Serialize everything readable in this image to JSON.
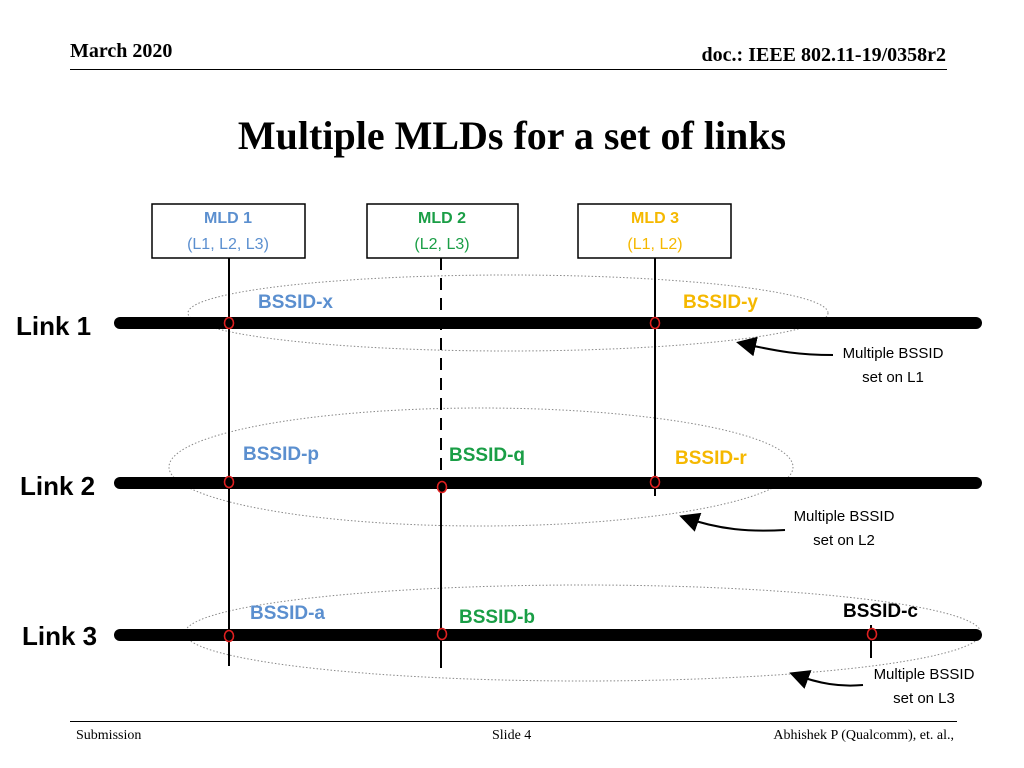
{
  "header": {
    "date": "March 2020",
    "doc": "doc.: IEEE 802.11-19/0358r2"
  },
  "title": "Multiple MLDs for a set of links",
  "footer": {
    "left": "Submission",
    "center": "Slide 4",
    "right": "Abhishek P (Qualcomm), et. al.,"
  },
  "colors": {
    "mld1": "#5b8fcf",
    "mld2": "#1a9e46",
    "mld3": "#f5b800",
    "marker": "#e02020",
    "link": "#000000"
  },
  "mlds": [
    {
      "name": "MLD 1",
      "links": "(L1, L2, L3)"
    },
    {
      "name": "MLD 2",
      "links": "(L2, L3)"
    },
    {
      "name": "MLD 3",
      "links": "(L1, L2)"
    }
  ],
  "link_labels": [
    "Link 1",
    "Link 2",
    "Link 3"
  ],
  "bssids": [
    "BSSID-x",
    "BSSID-y",
    "BSSID-p",
    "BSSID-q",
    "BSSID-r",
    "BSSID-a",
    "BSSID-b",
    "BSSID-c"
  ],
  "annotations": [
    {
      "line1": "Multiple BSSID",
      "line2": "set on L1"
    },
    {
      "line1": "Multiple BSSID",
      "line2": "set on L2"
    },
    {
      "line1": "Multiple BSSID",
      "line2": "set on L3"
    }
  ]
}
